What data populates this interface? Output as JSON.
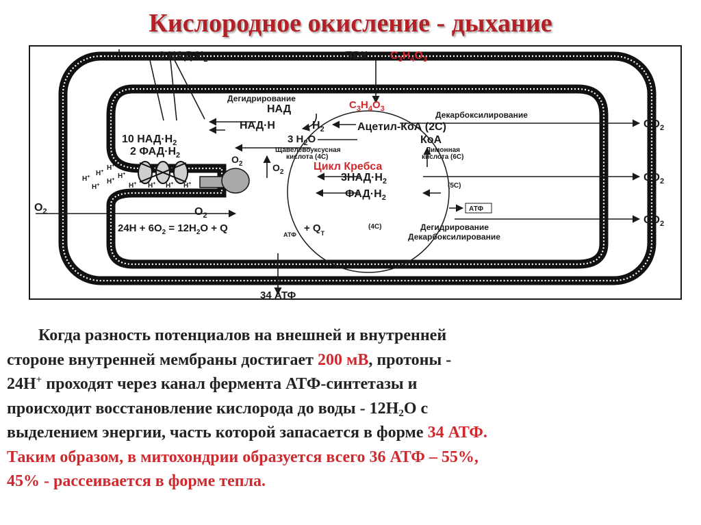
{
  "title": "Кислородное окисление - дыхание",
  "colors": {
    "accent": "#d1282e",
    "title": "#b32025",
    "text": "#222222"
  },
  "diagram": {
    "labels": {
      "two_nadh2": "2 НАД·Н",
      "pvk": "ПВК",
      "c3h4o3_top": "C",
      "dehydrogenation_top": "Дегидрирование",
      "c3h4o3_inner": "C",
      "nad": "НАД",
      "nadh2_arrow": "НАД·Н",
      "decarboxylation": "Декарбоксилирование",
      "acetyl_coa": "Ацетил-КоА (2С)",
      "coa": "КоА",
      "three_h2o": "3 Н",
      "ten_nadh2": "10 НАД·Н",
      "two_fadh2": "2 ФАД·Н",
      "oxaloacetic_1": "Щавелевоуксусная",
      "oxaloacetic_2": "кислота (4С)",
      "citric_1": "Лимонная",
      "citric_2": "кислота (6С)",
      "o2_a": "O",
      "o2_b": "O",
      "krebs": "Цикл Кребса",
      "three_nadh2": "3НАД·Н",
      "five_c": "(5С)",
      "fadh2": "ФАД·Н",
      "atp_box": "АТФ",
      "four_c": "(4С)",
      "dehydrogenation_bottom": "Дегидрирование",
      "decarboxylation_bottom": "Декарбоксилирование",
      "o2_in": "O",
      "o2_inner": "O",
      "equation_left": "24Н + 6О",
      "equation_mid": " = 12Н",
      "equation_right": "О + Q",
      "q_atp": "АТФ",
      "q_plus": "+ Q",
      "q_t": "Т",
      "co2_1": "CO",
      "co2_2": "CO",
      "co2_3": "CO",
      "atp_34": "34 АТФ",
      "proton": "Н",
      "sub_2": "2",
      "sub_3": "3",
      "sub_4": "4",
      "plus": "+"
    }
  },
  "caption": {
    "line1": "Когда разность потенциалов на внешней и внутренней",
    "line2_a": "стороне внутренней мембраны достигает ",
    "line2_b": "200 мВ",
    "line2_c": ", протоны -",
    "line3_a": "24Н",
    "line3_sup": "+",
    "line3_b": " проходят через канал фермента АТФ-синтетазы и",
    "line4_a": "происходит восстановление кислорода до воды - 12H",
    "line4_sub": "2",
    "line4_b": "O с",
    "line5_a": "выделением энергии, часть которой запасается в форме ",
    "line5_b": "34 АТФ.",
    "line6": "Таким образом, в митохондрии образуется всего 36 АТФ – 55%,",
    "line7": "45% - рассеивается в форме тепла."
  }
}
